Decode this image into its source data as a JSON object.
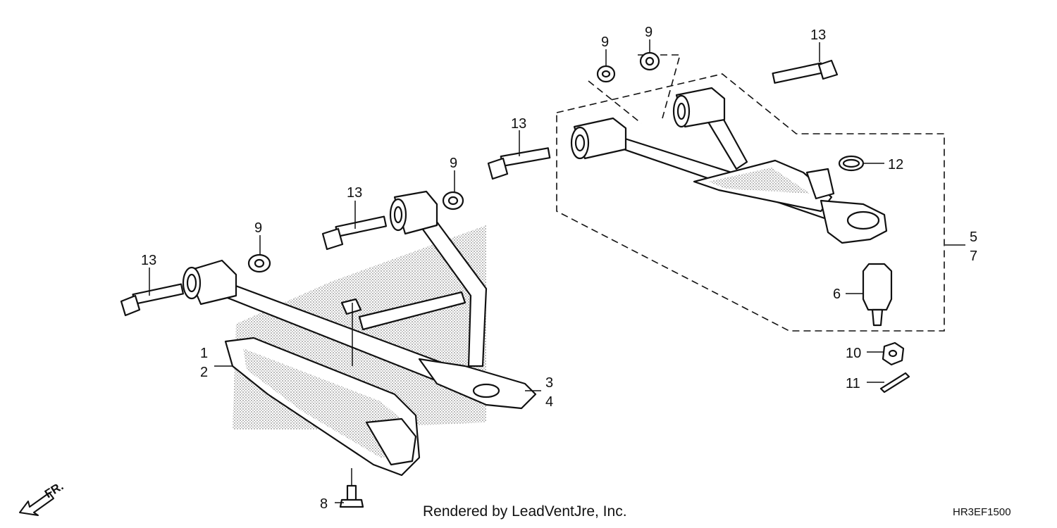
{
  "callouts": {
    "c1": "1",
    "c2": "2",
    "c3": "3",
    "c4": "4",
    "c5": "5",
    "c6": "6",
    "c7": "7",
    "c8": "8",
    "c9a": "9",
    "c9b": "9",
    "c9c": "9",
    "c9d": "9",
    "c10": "10",
    "c11": "11",
    "c12": "12",
    "c13a": "13",
    "c13b": "13",
    "c13c": "13",
    "c13d": "13"
  },
  "direction_label": "FR.",
  "footer": {
    "credit": "Rendered by LeadVentJre, Inc.",
    "diagram_code": "HR3EF1500"
  }
}
